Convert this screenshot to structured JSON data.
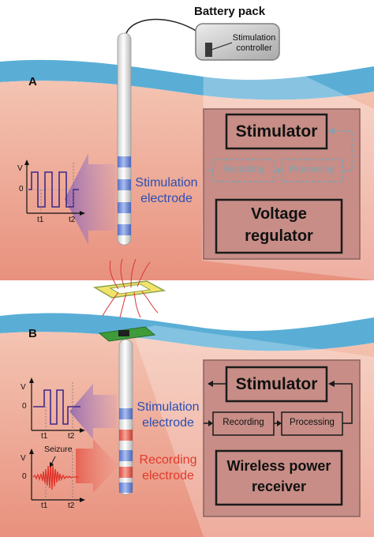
{
  "panel_a": {
    "letter": "A",
    "battery_label": "Battery pack",
    "controller_label_line1": "Stimulation",
    "controller_label_line2": "controller",
    "electrode_label_line1": "Stimulation",
    "electrode_label_line2": "electrode",
    "stimulator_label": "Stimulator",
    "recording_label": "Recording",
    "processing_label": "Processing",
    "regulator_label_line1": "Voltage",
    "regulator_label_line2": "regulator",
    "graph": {
      "y_label": "V",
      "zero_label": "0",
      "t1_label": "t1",
      "t2_label": "t2"
    }
  },
  "panel_b": {
    "letter": "B",
    "stim_electrode_line1": "Stimulation",
    "stim_electrode_line2": "electrode",
    "rec_electrode_line1": "Recording",
    "rec_electrode_line2": "electrode",
    "stimulator_label": "Stimulator",
    "recording_label": "Recording",
    "processing_label": "Processing",
    "receiver_label_line1": "Wireless power",
    "receiver_label_line2": "receiver",
    "stim_graph": {
      "y_label": "V",
      "zero_label": "0",
      "t1_label": "t1",
      "t2_label": "t2"
    },
    "seizure_graph": {
      "annotation": "Seizure",
      "y_label": "V",
      "zero_label": "0",
      "t1_label": "t1",
      "t2_label": "t2"
    }
  },
  "colors": {
    "tissue_top": "#f2b9a5",
    "tissue_bottom": "#e88f7c",
    "scalp": "#5aaed6",
    "electrode_blue": "#6f8fd6",
    "electrode_red": "#e55b4c",
    "box_fill": "#c78d86",
    "stim_text": "#2b4fb3",
    "rec_text": "#e23a2c"
  }
}
